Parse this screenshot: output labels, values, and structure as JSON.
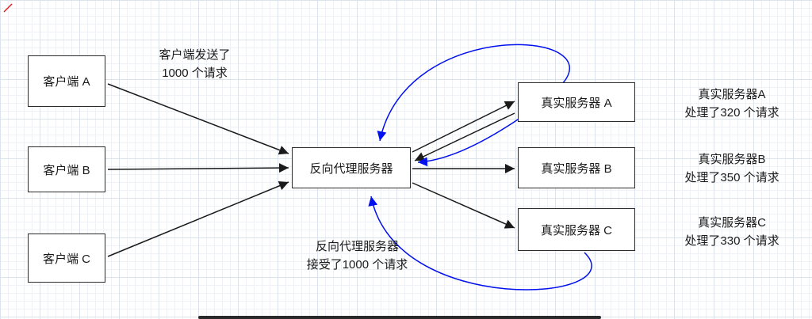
{
  "diagram": {
    "clients": [
      {
        "label": "客户端 A"
      },
      {
        "label": "客户端 B"
      },
      {
        "label": "客户端 C"
      }
    ],
    "proxy": {
      "label": "反向代理服务器"
    },
    "servers": [
      {
        "label": "真实服务器 A"
      },
      {
        "label": "真实服务器 B"
      },
      {
        "label": "真实服务器 C"
      }
    ],
    "annotations": {
      "clients_sent": {
        "line1": "客户端发送了",
        "line2": "1000 个请求"
      },
      "proxy_received": {
        "line1": "反向代理服务器",
        "line2": "接受了1000 个请求"
      },
      "server_a": {
        "line1": "真实服务器A",
        "line2": "处理了320 个请求"
      },
      "server_b": {
        "line1": "真实服务器B",
        "line2": "处理了350 个请求"
      },
      "server_c": {
        "line1": "真实服务器C",
        "line2": "处理了330 个请求"
      }
    },
    "colors": {
      "request_arrow": "#1a1a1a",
      "response_arrow": "#0010ee",
      "box_border": "#2b2b2b",
      "grid_line": "#dde3ea",
      "stray_mark": "#e02020"
    }
  }
}
